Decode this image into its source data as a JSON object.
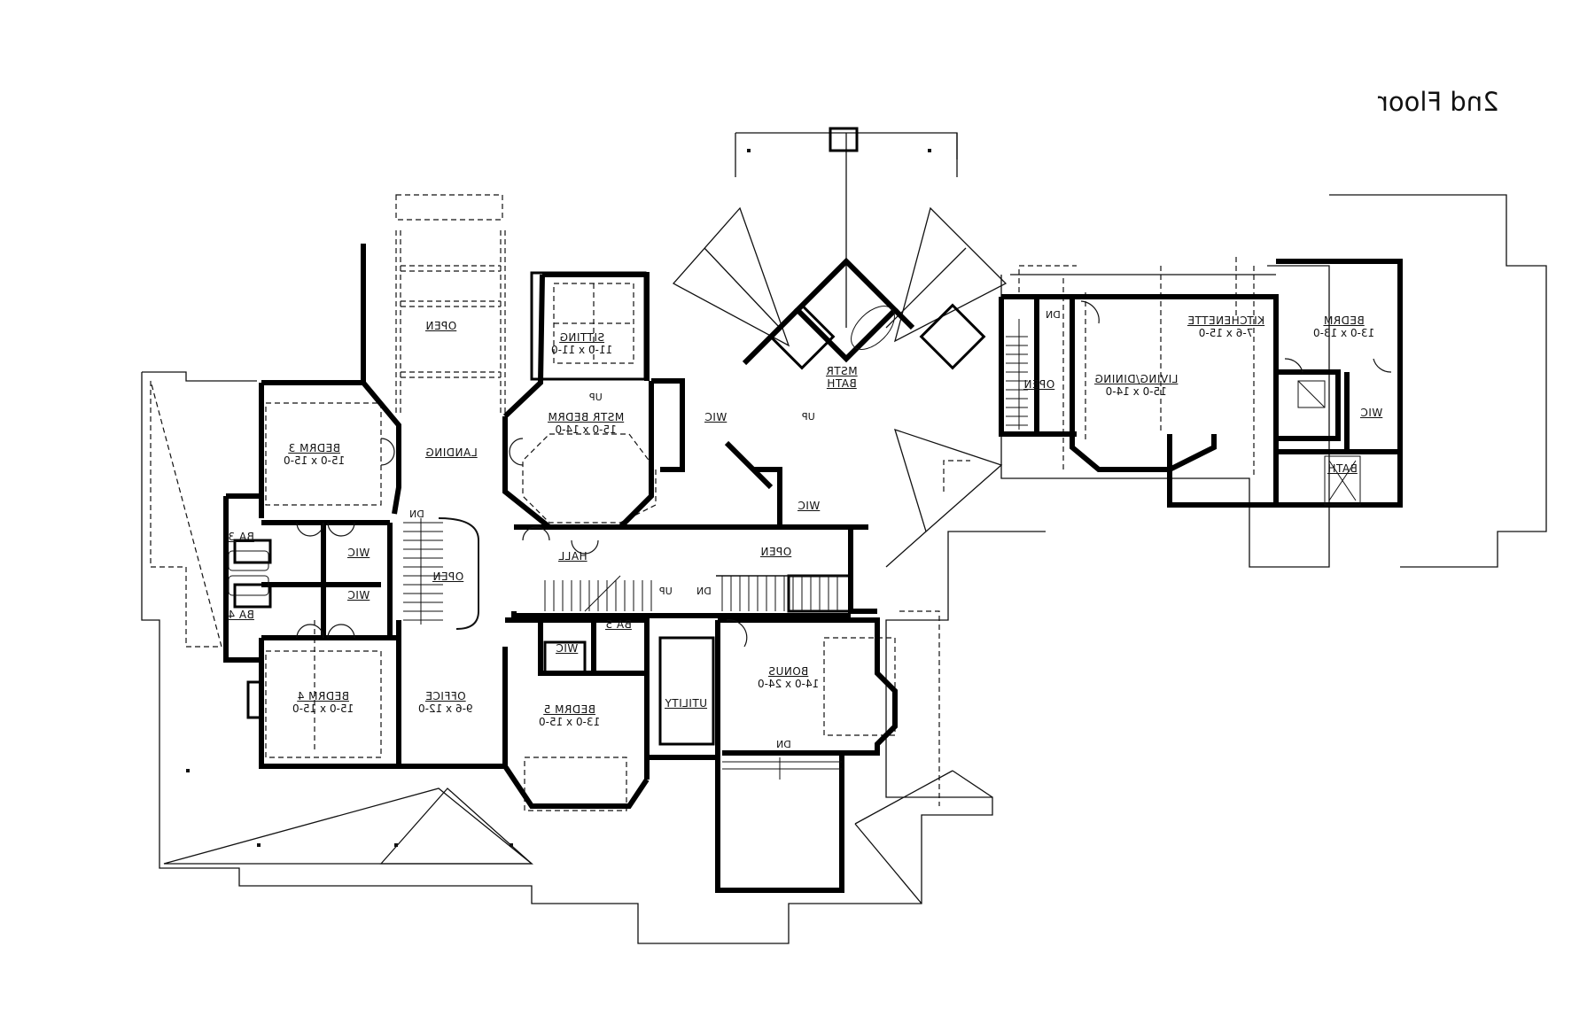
{
  "title": "2nd Floor",
  "mirrored": true,
  "rooms": {
    "open_top": {
      "name": "OPEN"
    },
    "sitting": {
      "name": "SITTING",
      "dims": "11-0 x 11-0"
    },
    "mstr_bedrm": {
      "name": "MSTR BEDRM",
      "dims": "15-0 x 14-0"
    },
    "mstr_bath": {
      "name": "MSTR",
      "name2": "BATH"
    },
    "wic_master1": {
      "name": "WIC"
    },
    "wic_master2": {
      "name": "WIC"
    },
    "bedrm3": {
      "name": "BEDRM 3",
      "dims": "15-0 x 15-0"
    },
    "landing": {
      "name": "LANDING"
    },
    "ba3": {
      "name": "BA 3"
    },
    "ba4": {
      "name": "BA 4"
    },
    "wic3": {
      "name": "WIC"
    },
    "wic4": {
      "name": "WIC"
    },
    "open_stair": {
      "name": "OPEN"
    },
    "hall": {
      "name": "HALL"
    },
    "open_hall": {
      "name": "OPEN"
    },
    "bedrm4": {
      "name": "BEDRM 4",
      "dims": "15-0 x 15-0"
    },
    "office": {
      "name": "OFFICE",
      "dims": "9-6 x 12-0"
    },
    "bedrm5": {
      "name": "BEDRM 5",
      "dims": "13-0 x 15-0"
    },
    "ba5": {
      "name": "BA 5"
    },
    "wic5": {
      "name": "WIC"
    },
    "utility": {
      "name": "UTILITY"
    },
    "bonus": {
      "name": "BONUS",
      "dims": "14-0 x 24-0"
    },
    "open_apt": {
      "name": "OPEN"
    },
    "living_dining": {
      "name": "LIVING/DINING",
      "dims": "15-0 x 14-0"
    },
    "kitchenette": {
      "name": "KITCHENETTE",
      "dims": "7-6 x 15-0"
    },
    "bedrm_apt": {
      "name": "BEDRM",
      "dims": "13-0 x 13-0"
    },
    "wic_apt": {
      "name": "WIC"
    },
    "bath_apt": {
      "name": "BATH"
    }
  },
  "annotations": {
    "up_sitting": "UP",
    "up_bath": "UP",
    "dn_main": "DN",
    "up_hall": "UP",
    "dn_hall": "DN",
    "dn_bonus": "DN",
    "dn_apt": "DN"
  }
}
